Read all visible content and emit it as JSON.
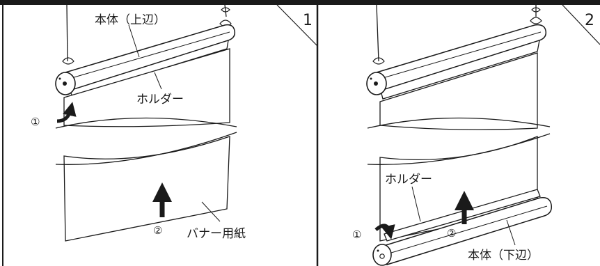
{
  "panel1": {
    "step_number": "1",
    "labels": {
      "body_top": "本体（上辺）",
      "holder": "ホルダー",
      "paper": "バナー用紙"
    },
    "markers": {
      "one": "①",
      "two": "②"
    }
  },
  "panel2": {
    "step_number": "2",
    "labels": {
      "holder": "ホルダー",
      "body_bottom": "本体（下辺）"
    },
    "markers": {
      "one": "①",
      "two": "②"
    }
  },
  "colors": {
    "frame": "#1a1a1a",
    "line": "#1a1a1a",
    "fill": "#ffffff"
  }
}
